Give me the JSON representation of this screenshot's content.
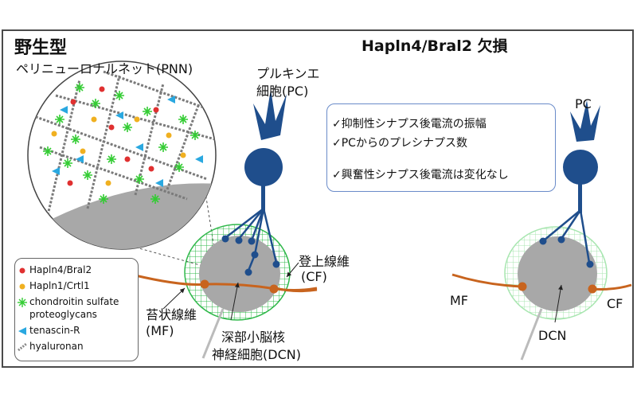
{
  "titles": {
    "wild_type": "野生型",
    "knockout": "Hapln4/Bral2 欠損"
  },
  "labels": {
    "pnn": "ペリニューロナルネット(PNN)",
    "pc_line1": "プルキンエ",
    "pc_line2": "細胞(PC)",
    "pc_short": "PC",
    "cf_line1": "登上線維",
    "cf_line2": "(CF)",
    "mf_line1": "苔状線維",
    "mf_line2": "(MF)",
    "dcn_line1": "深部小脳核",
    "dcn_line2": "神経細胞(DCN)",
    "mf_short": "MF",
    "dcn_short": "DCN",
    "cf_short": "CF"
  },
  "effects": [
    "✓抑制性シナプス後電流の振幅",
    "✓PCからのプレシナプス数",
    "✓興奮性シナプス後電流は変化なし"
  ],
  "legend": [
    {
      "label": "Hapln4/Bral2",
      "color": "#e03030",
      "icon": "red-dot-icon"
    },
    {
      "label": "Hapln1/Crtl1",
      "color": "#f0b020",
      "icon": "yellow-dot-icon"
    },
    {
      "label": "chondroitin sulfate",
      "color": "#33cc33",
      "icon": "green-star-icon"
    },
    {
      "label": "proteoglycans"
    },
    {
      "label": "tenascin-R",
      "color": "#2aa8e0",
      "icon": "blue-triangle-icon"
    },
    {
      "label": "hyaluronan",
      "color": "#888888",
      "icon": "gray-chain-icon"
    }
  ],
  "colors": {
    "neuron_blue": "#1f4e8c",
    "fiber_orange": "#c8641e",
    "dcn_gray": "#a8a8a8",
    "pnn_green": "#2fb84a",
    "effects_border": "#6a8bc9"
  }
}
